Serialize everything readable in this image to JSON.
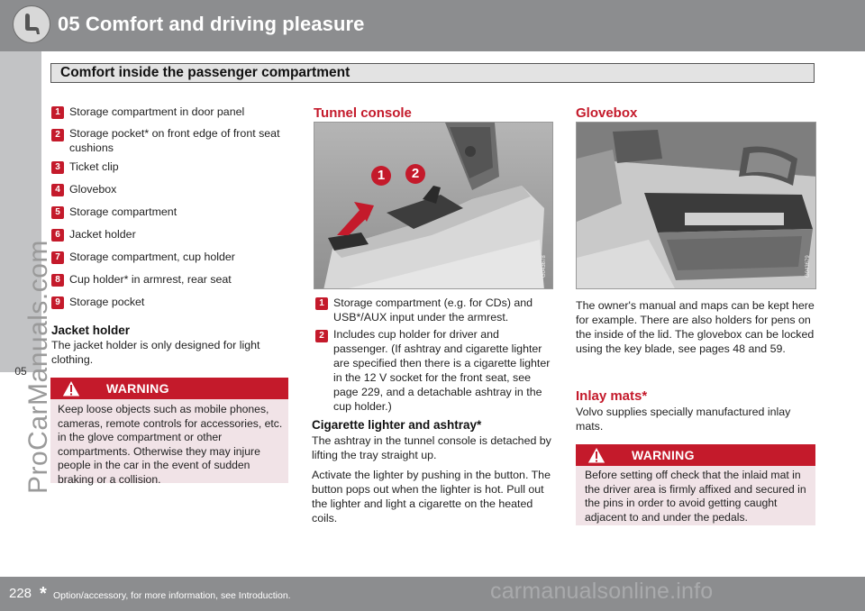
{
  "header": {
    "chapter_title": "05 Comfort and driving pleasure",
    "icon": "seat-icon"
  },
  "section": {
    "title": "Comfort inside the passenger compartment"
  },
  "sidebar": {
    "chapter_number": "05"
  },
  "watermark": {
    "side": "ProCarManuals.com",
    "footer": "carmanualsonline.info"
  },
  "left": {
    "items": [
      {
        "n": "1",
        "text": "Storage compartment in door panel"
      },
      {
        "n": "2",
        "text": "Storage pocket* on front edge of front seat cushions"
      },
      {
        "n": "3",
        "text": "Ticket clip"
      },
      {
        "n": "4",
        "text": "Glovebox"
      },
      {
        "n": "5",
        "text": "Storage compartment"
      },
      {
        "n": "6",
        "text": "Jacket holder"
      },
      {
        "n": "7",
        "text": "Storage compartment, cup holder"
      },
      {
        "n": "8",
        "text": "Cup holder* in armrest, rear seat"
      },
      {
        "n": "9",
        "text": "Storage pocket"
      }
    ],
    "jacket_heading": "Jacket holder",
    "jacket_text": "The jacket holder is only designed for light clothing.",
    "warning_title": "WARNING",
    "warning_text": "Keep loose objects such as mobile phones, cameras, remote controls for accessories, etc. in the glove compartment or other compartments. Otherwise they may injure people in the car in the event of sudden braking or a collision."
  },
  "middle": {
    "heading": "Tunnel console",
    "image_code": "G043678",
    "callouts": [
      "1",
      "2"
    ],
    "items": [
      {
        "n": "1",
        "text": "Storage compartment (e.g. for CDs) and USB*/AUX input under the armrest."
      },
      {
        "n": "2",
        "text": "Includes cup holder for driver and passenger. (If ashtray and cigarette lighter are specified then there is a cigarette lighter in the 12 V socket for the front seat, see page 229, and a detachable ashtray in the cup holder.)"
      }
    ],
    "lighter_heading": "Cigarette lighter and ashtray*",
    "lighter_p1": "The ashtray in the tunnel console is detached by lifting the tray straight up.",
    "lighter_p2": "Activate the lighter by pushing in the button. The button pops out when the lighter is hot. Pull out the lighter and light a cigarette on the heated coils."
  },
  "right": {
    "heading": "Glovebox",
    "image_code": "G043679",
    "glovebox_text": "The owner's manual and maps can be kept here for example. There are also holders for pens on the inside of the lid. The glovebox can be locked using the key blade, see pages 48 and 59.",
    "mats_heading": "Inlay mats*",
    "mats_text": "Volvo supplies specially manufactured inlay mats.",
    "warning_title": "WARNING",
    "warning_text": "Before setting off check that the inlaid mat in the driver area is firmly affixed and secured in the pins in order to avoid getting caught adjacent to and under the pedals."
  },
  "footer": {
    "page_number": "228",
    "star": "*",
    "footnote": "Option/accessory, for more information, see Introduction."
  },
  "colors": {
    "accent": "#c41a2b",
    "header_gray": "#8c8d8f",
    "warning_bg": "#f1e3e7"
  }
}
